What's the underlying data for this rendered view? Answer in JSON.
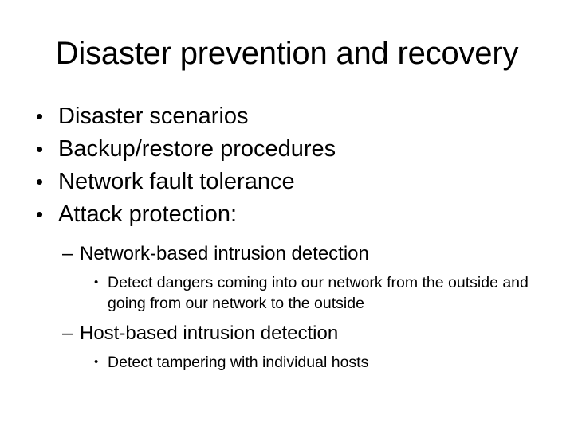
{
  "slide": {
    "title": "Disaster prevention and recovery",
    "background_color": "#ffffff",
    "text_color": "#000000",
    "markers": {
      "level1": "•",
      "level2": "–",
      "level3": "•"
    },
    "bullets": [
      {
        "level": 1,
        "text": "Disaster scenarios"
      },
      {
        "level": 1,
        "text": "Backup/restore procedures"
      },
      {
        "level": 1,
        "text": "Network fault tolerance"
      },
      {
        "level": 1,
        "text": "Attack protection:"
      },
      {
        "level": 2,
        "text": "Network-based intrusion detection"
      },
      {
        "level": 3,
        "text": "Detect dangers coming into our network from the outside and going from our network to the outside"
      },
      {
        "level": 2,
        "text": "Host-based intrusion detection"
      },
      {
        "level": 3,
        "text": "Detect tampering with individual hosts"
      }
    ]
  }
}
